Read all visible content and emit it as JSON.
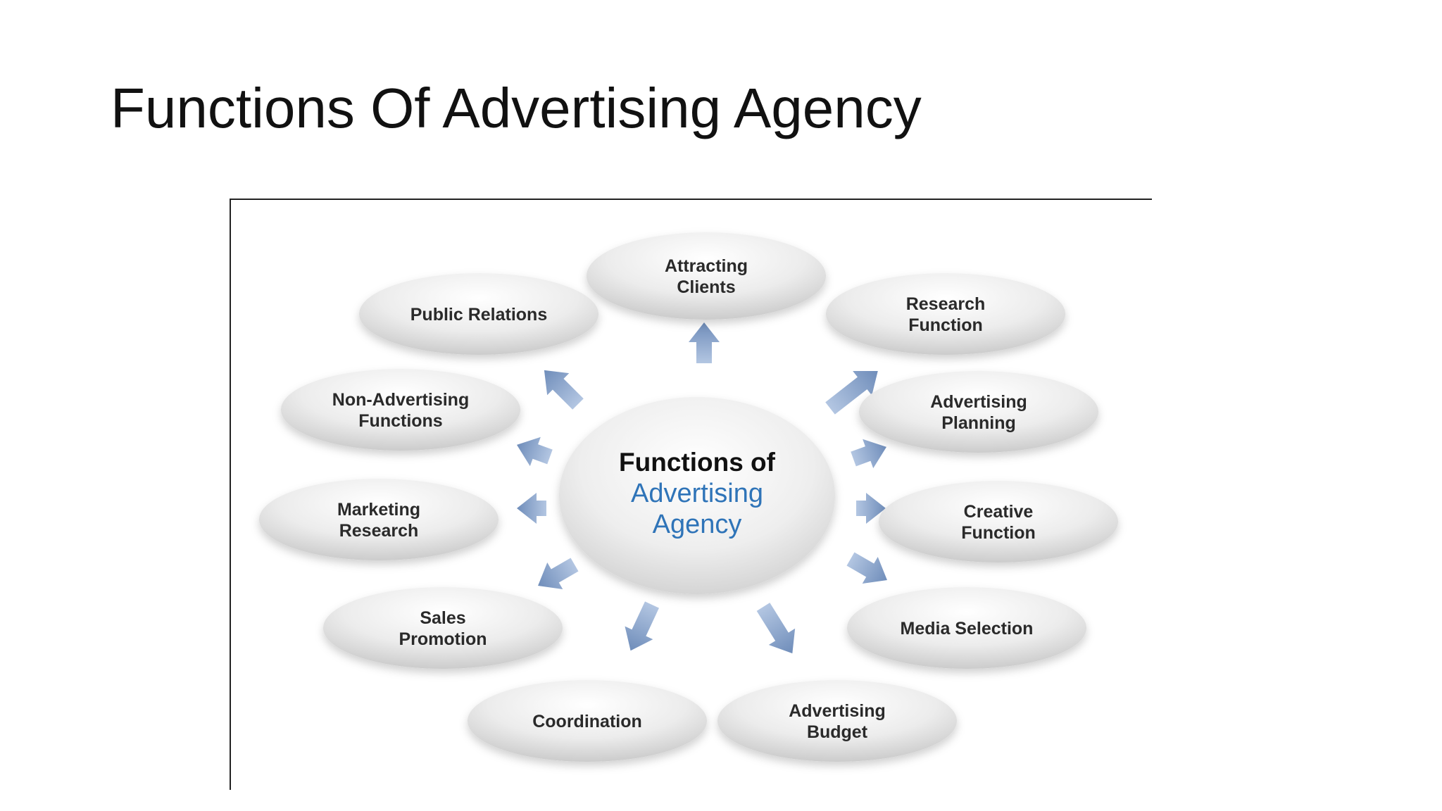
{
  "slide": {
    "title": "Functions Of Advertising Agency"
  },
  "diagram": {
    "center": {
      "line1": "Functions of",
      "line2": "Advertising",
      "line3": "Agency"
    },
    "nodes": [
      {
        "key": "attracting-clients",
        "lines": [
          "Attracting",
          "Clients"
        ]
      },
      {
        "key": "research-function",
        "lines": [
          "Research",
          "Function"
        ]
      },
      {
        "key": "advertising-planning",
        "lines": [
          "Advertising",
          "Planning"
        ]
      },
      {
        "key": "creative-function",
        "lines": [
          "Creative",
          "Function"
        ]
      },
      {
        "key": "media-selection",
        "lines": [
          "Media Selection"
        ]
      },
      {
        "key": "advertising-budget",
        "lines": [
          "Advertising",
          "Budget"
        ]
      },
      {
        "key": "coordination",
        "lines": [
          "Coordination"
        ]
      },
      {
        "key": "sales-promotion",
        "lines": [
          "Sales",
          "Promotion"
        ]
      },
      {
        "key": "marketing-research",
        "lines": [
          "Marketing",
          "Research"
        ]
      },
      {
        "key": "non-advertising-functions",
        "lines": [
          "Non-Advertising",
          "Functions"
        ]
      },
      {
        "key": "public-relations",
        "lines": [
          "Public Relations"
        ]
      }
    ],
    "colors": {
      "center_text_dark": "#111111",
      "center_text_blue": "#2f74b8",
      "ellipse_light": "#fbfbfb",
      "ellipse_dark": "#c8c8c8",
      "arrow_light": "#9fb5d6",
      "arrow_dark": "#6f8dba"
    }
  }
}
